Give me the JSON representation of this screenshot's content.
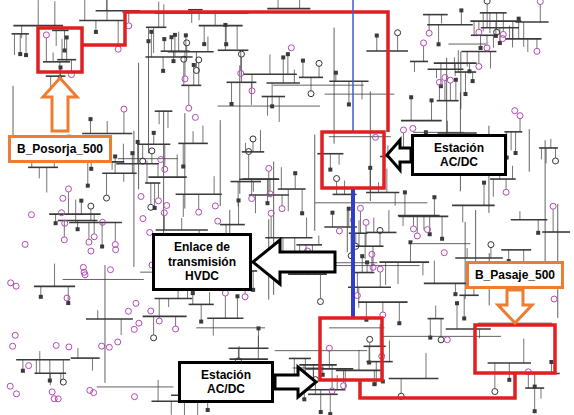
{
  "diagram": {
    "nodes": [
      {
        "text": [
          "B_Posorja_500"
        ]
      },
      {
        "text": [
          "Estación AC/DC"
        ]
      },
      {
        "text": [
          "Enlace de transmisión HVDC"
        ]
      },
      {
        "text": [
          "B_Pasaje_500"
        ]
      },
      {
        "text": [
          "Estación AC/DC"
        ]
      }
    ]
  }
}
